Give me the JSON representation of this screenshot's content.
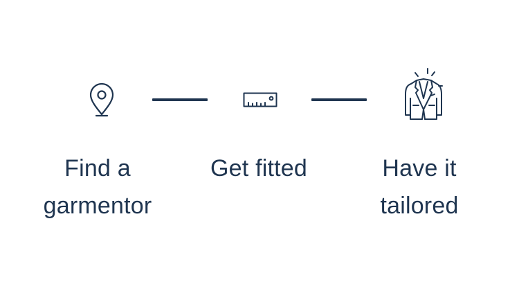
{
  "colors": {
    "ink": "#1f3550",
    "background": "#ffffff"
  },
  "steps": [
    {
      "icon": "map-pin-icon",
      "label_lines": [
        "Find a",
        "garmentor"
      ]
    },
    {
      "icon": "ruler-icon",
      "label_lines": [
        "Get fitted"
      ]
    },
    {
      "icon": "suit-jacket-icon",
      "label_lines": [
        "Have it",
        "tailored"
      ]
    }
  ]
}
